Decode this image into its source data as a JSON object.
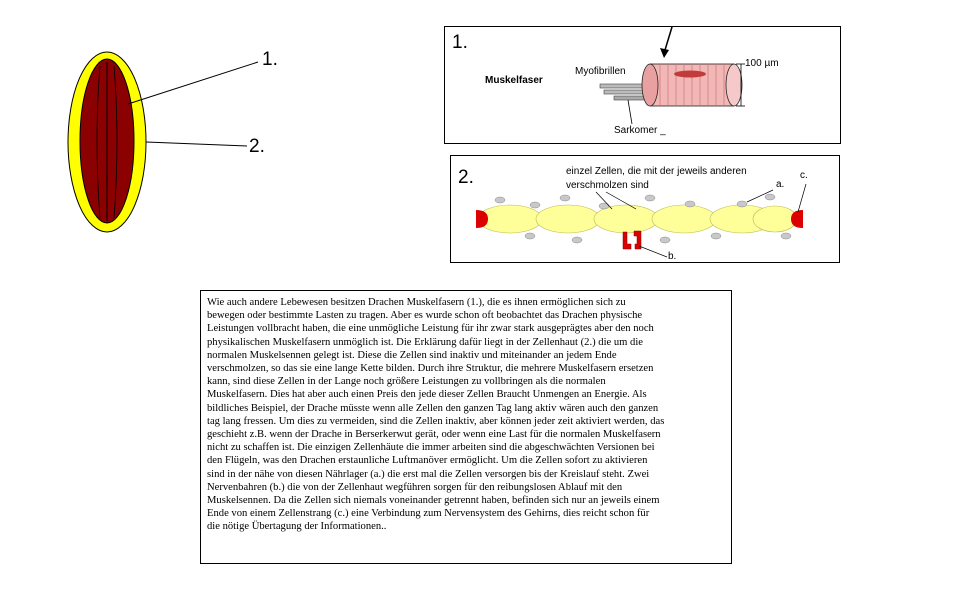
{
  "left_figure": {
    "label_1": "1.",
    "label_2": "2.",
    "colors": {
      "outer": "#ffff00",
      "inner": "#8b0000",
      "stroke": "#000000"
    }
  },
  "panel1": {
    "number": "1.",
    "title": "Muskelfaser",
    "myofibrils_label": "Myofibrillen",
    "size_label": "100 µm",
    "sarcomere_label": "Sarkomer _",
    "colors": {
      "fiber": "#f2b8b8",
      "band": "#c23b3b"
    }
  },
  "panel2": {
    "number": "2.",
    "caption_line1": "einzel Zellen, die mit der jeweils anderen",
    "caption_line2": "verschmolzen sind",
    "label_a": "a.",
    "label_b": "b.",
    "label_c": "c.",
    "colors": {
      "cells": "#ffff99",
      "nuclei": "#c8c8c8",
      "nerves": "#dd0000"
    }
  },
  "description": {
    "lines": [
      "Wie auch andere Lebewesen besitzen Drachen Muskelfasern (1.), die es ihnen ermöglichen sich zu",
      "bewegen oder bestimmte Lasten zu tragen. Aber es wurde schon oft beobachtet das Drachen physische",
      "Leistungen vollbracht haben, die eine unmögliche Leistung für ihr zwar stark ausgeprägtes aber den noch",
      "physikalischen Muskelfasern unmöglich ist. Die Erklärung dafür liegt in der Zellenhaut (2.) die um die",
      "normalen Muskelsennen gelegt ist. Diese die Zellen sind inaktiv und miteinander an jedem Ende",
      "verschmolzen, so das sie eine lange Kette bilden. Durch ihre Struktur, die mehrere Muskelfasern ersetzen",
      "kann, sind diese Zellen in der Lange noch größere Leistungen zu vollbringen als die normalen",
      "Muskelfasern. Dies hat aber auch einen Preis den jede dieser Zellen Braucht Unmengen an Energie. Als",
      "bildliches Beispiel, der Drache müsste wenn alle Zellen den ganzen Tag lang aktiv wären auch den ganzen",
      "tag lang fressen. Um dies zu vermeiden, sind die Zellen inaktiv, aber können jeder zeit aktiviert werden, das",
      "geschieht z.B. wenn der Drache in Berserkerwut gerät, oder wenn eine Last für die normalen Muskelfasern",
      "nicht zu schaffen ist. Die einzigen Zellenhäute die immer arbeiten sind die abgeschwächten Versionen bei",
      "den Flügeln, was den Drachen erstaunliche Luftmanöver ermöglicht. Um die Zellen sofort zu aktivieren",
      "sind in der nähe von diesen Nährlager (a.) die erst mal die Zellen versorgen bis der Kreislauf steht. Zwei",
      "Nervenbahren (b.) die von der Zellenhaut wegführen sorgen für den reibungslosen Ablauf mit den",
      "Muskelsennen. Da die Zellen sich niemals voneinander getrennt haben, befinden sich nur an jeweils einem",
      "Ende von einem Zellenstrang (c.) eine Verbindung zum Nervensystem des Gehirns, dies reicht schon für",
      "die nötige Übertagung der Informationen.."
    ]
  }
}
